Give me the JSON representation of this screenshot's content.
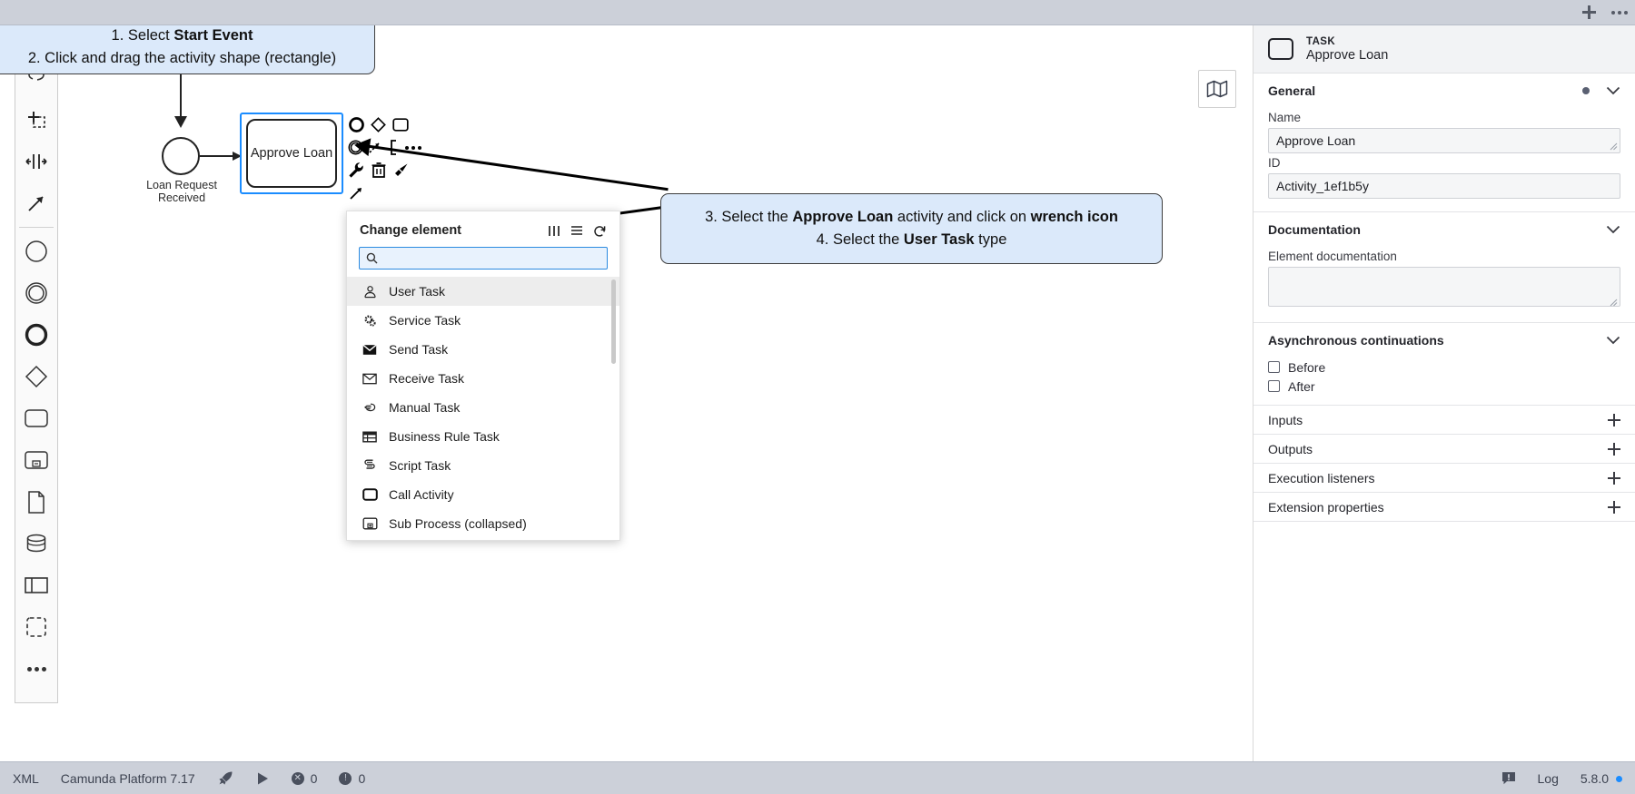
{
  "window": {
    "new_tab_label": "+",
    "more_label": "…"
  },
  "callouts": [
    {
      "id": "callout-steps-1-2",
      "line1_prefix": "1. Select ",
      "line1_bold": "Start Event",
      "line2": "2. Click and drag the activity shape (rectangle)"
    },
    {
      "id": "callout-steps-3-4",
      "line1_prefix": "3. Select the ",
      "line1_bold1": "Approve Loan",
      "line1_mid": " activity and click on ",
      "line1_bold2": "wrench icon",
      "line2_prefix": "4. Select the ",
      "line2_bold": "User Task",
      "line2_suffix": " type"
    }
  ],
  "palette": {
    "items": [
      {
        "name": "lasso-tool",
        "label": "Activate the lasso tool"
      },
      {
        "name": "space-tool",
        "label": "Activate the create/remove space tool"
      },
      {
        "name": "global-connect-tool",
        "label": "Activate the global connect tool"
      },
      {
        "name": "start-event",
        "label": "Create StartEvent"
      },
      {
        "name": "intermediate-event",
        "label": "Create Intermediate/Boundary Event"
      },
      {
        "name": "end-event",
        "label": "Create EndEvent"
      },
      {
        "name": "gateway",
        "label": "Create Gateway"
      },
      {
        "name": "task",
        "label": "Create Task"
      },
      {
        "name": "expanded-subprocess",
        "label": "Create expanded SubProcess"
      },
      {
        "name": "data-object",
        "label": "Create DataObjectReference"
      },
      {
        "name": "data-store",
        "label": "Create DataStoreReference"
      },
      {
        "name": "participant",
        "label": "Create Pool/Participant"
      },
      {
        "name": "group",
        "label": "Create Group"
      },
      {
        "name": "more",
        "label": "More"
      }
    ]
  },
  "diagram": {
    "start_event_label": "Loan Request\nReceived",
    "start_event_label_line1": "Loan Request",
    "start_event_label_line2": "Received",
    "task_label": "Approve Loan",
    "selection_color": "#1a8cff",
    "context_pad": [
      "append-end-event-icon",
      "append-gateway-icon",
      "append-task-icon",
      "append-intermediate-event-icon",
      "connect-icon",
      "append-text-annotation-icon",
      "more-options-icon",
      "wrench-icon",
      "delete-icon",
      "paintbrush-icon",
      "connect-arrow-icon"
    ]
  },
  "minimap": {
    "icon": "map-icon",
    "label": "Toggle minimap"
  },
  "change_element_popup": {
    "title": "Change element",
    "header_icons": [
      "columns-icon",
      "list-icon",
      "reset-icon"
    ],
    "search": {
      "value": "",
      "placeholder": "",
      "icon": "search-icon"
    },
    "items": [
      {
        "label": "User Task",
        "icon": "user-task-icon",
        "selected": true
      },
      {
        "label": "Service Task",
        "icon": "service-task-icon",
        "selected": false
      },
      {
        "label": "Send Task",
        "icon": "send-task-icon",
        "selected": false
      },
      {
        "label": "Receive Task",
        "icon": "receive-task-icon",
        "selected": false
      },
      {
        "label": "Manual Task",
        "icon": "manual-task-icon",
        "selected": false
      },
      {
        "label": "Business Rule Task",
        "icon": "business-rule-task-icon",
        "selected": false
      },
      {
        "label": "Script Task",
        "icon": "script-task-icon",
        "selected": false
      },
      {
        "label": "Call Activity",
        "icon": "call-activity-icon",
        "selected": false
      },
      {
        "label": "Sub Process (collapsed)",
        "icon": "sub-process-collapsed-icon",
        "selected": false
      }
    ]
  },
  "properties": {
    "header": {
      "kind": "TASK",
      "name": "Approve Loan",
      "icon": "task-shape-icon"
    },
    "groups": [
      {
        "title": "General",
        "has_dot": true,
        "fields": [
          {
            "label": "Name",
            "value": "Approve Loan",
            "type": "textarea"
          },
          {
            "label": "ID",
            "value": "Activity_1ef1b5y",
            "type": "input"
          }
        ]
      },
      {
        "title": "Documentation",
        "has_dot": false,
        "fields": [
          {
            "label": "Element documentation",
            "value": "",
            "type": "textarea"
          }
        ]
      },
      {
        "title": "Asynchronous continuations",
        "has_dot": false,
        "checkboxes": [
          {
            "label": "Before",
            "checked": false
          },
          {
            "label": "After",
            "checked": false
          }
        ]
      }
    ],
    "collapsed_rows": [
      {
        "label": "Inputs",
        "action": "add"
      },
      {
        "label": "Outputs",
        "action": "add"
      },
      {
        "label": "Execution listeners",
        "action": "add"
      },
      {
        "label": "Extension properties",
        "action": "add"
      }
    ]
  },
  "statusbar": {
    "xml_label": "XML",
    "platform_label": "Camunda Platform 7.17",
    "deploy_icon": "rocket-icon",
    "run_icon": "play-icon",
    "error_count": "0",
    "warning_count": "0",
    "log_icon": "notification-icon",
    "log_label": "Log",
    "version": "5.8.0",
    "update_dot_color": "#1a8cff"
  }
}
